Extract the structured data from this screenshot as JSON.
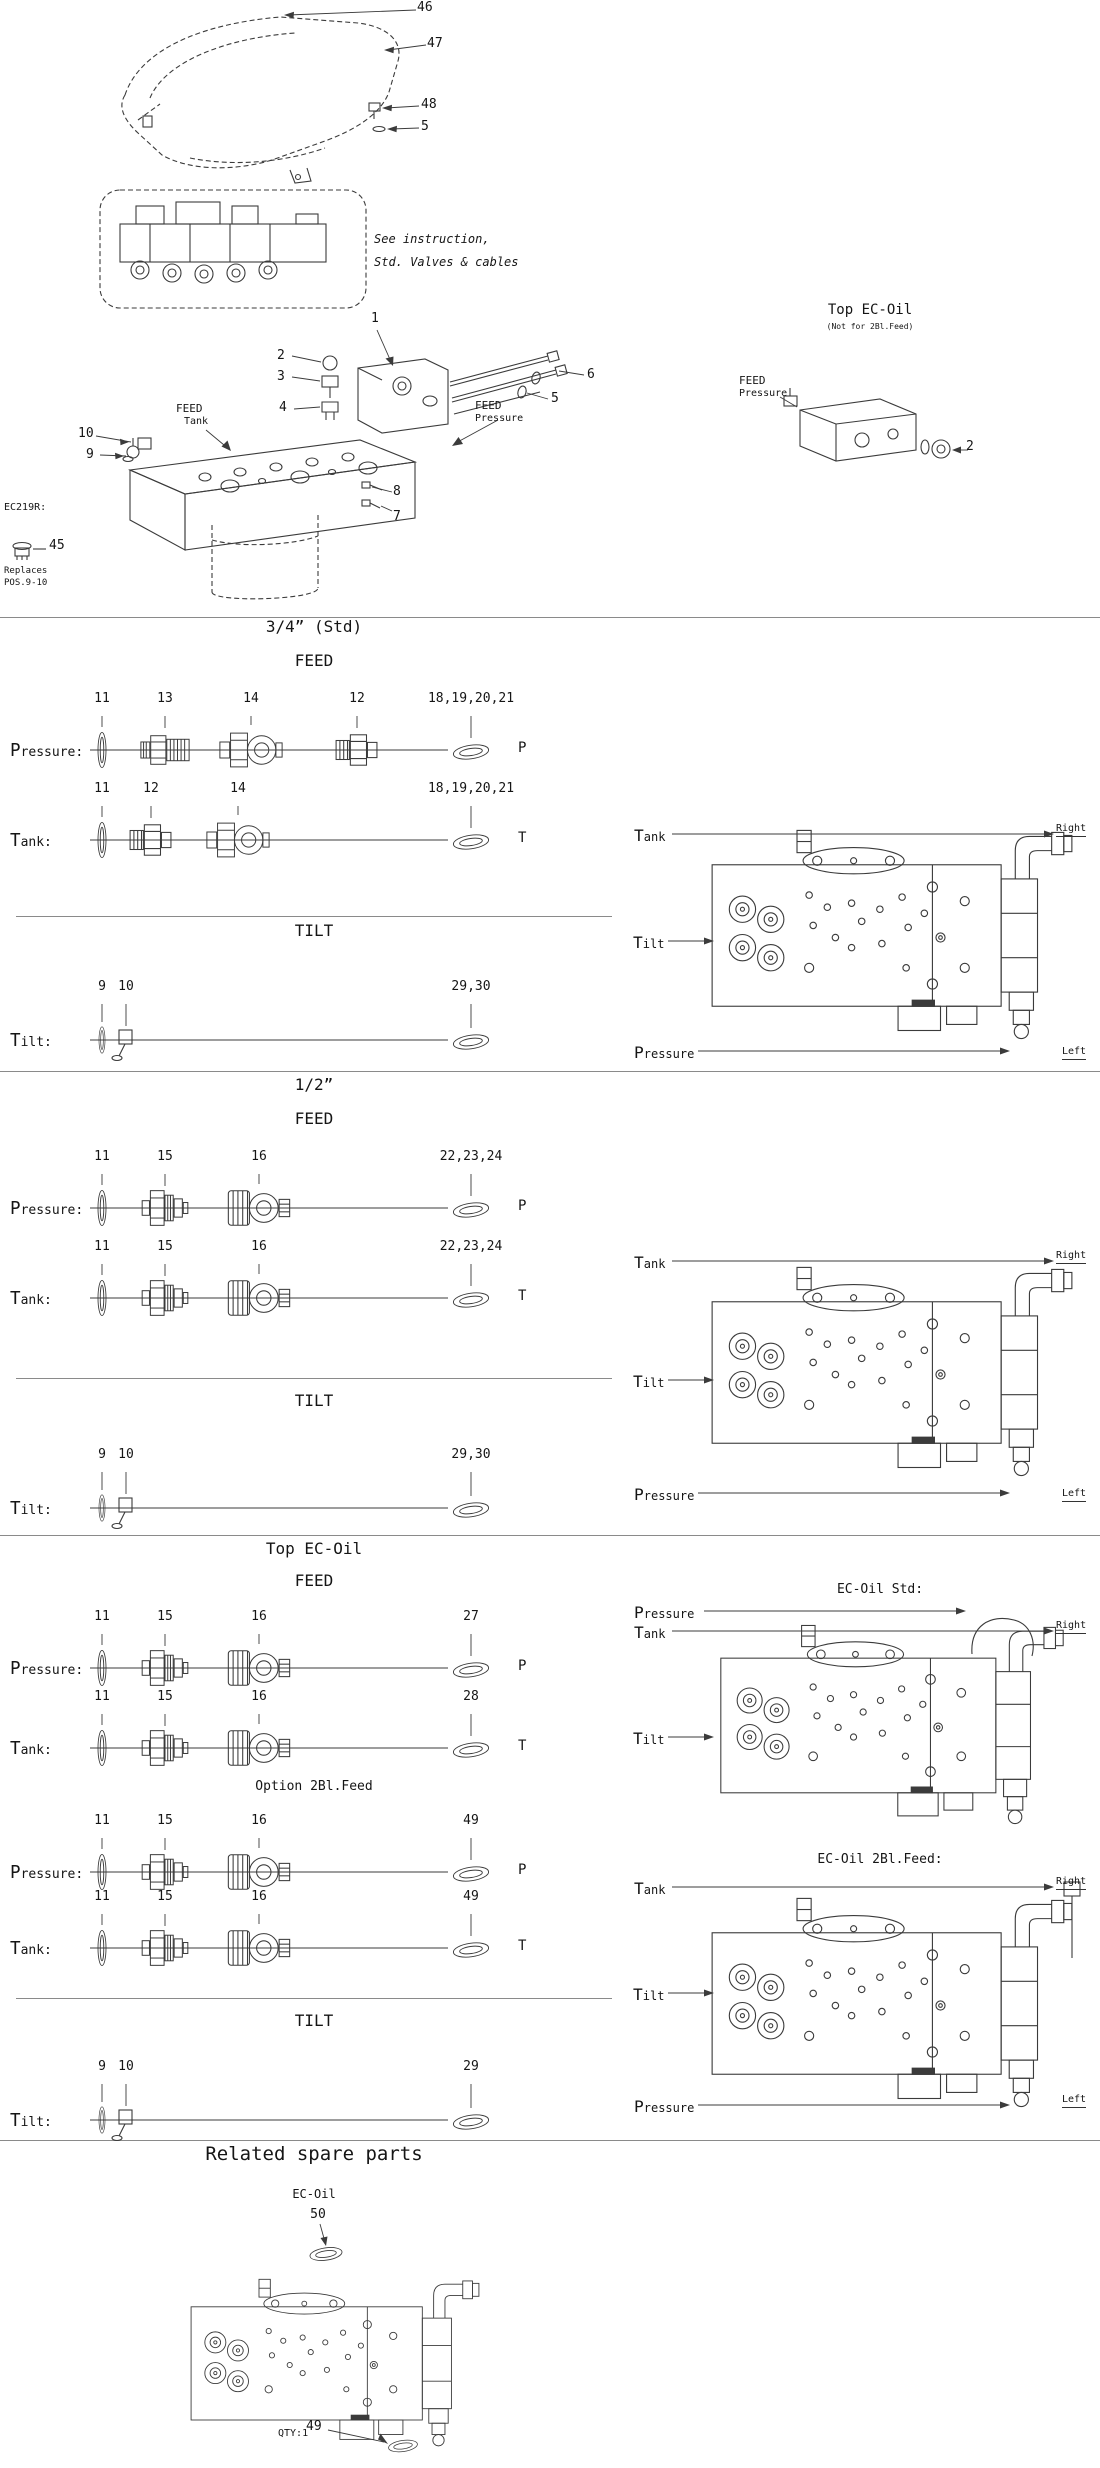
{
  "top": {
    "cover": {
      "c46": "46",
      "c47": "47",
      "c48": "48",
      "c5": "5"
    },
    "instruction": {
      "line1": "See instruction,",
      "line2": "Std. Valves & cables"
    },
    "assembly": {
      "c1": "1",
      "c2": "2",
      "c3": "3",
      "c4": "4",
      "c5": "5",
      "c6": "6",
      "c7": "7",
      "c8": "8",
      "c9": "9",
      "c10": "10",
      "feed_tank": {
        "feed": "FEED",
        "port": "Tank"
      },
      "feed_pressure": {
        "feed": "FEED",
        "port": "Pressure"
      }
    },
    "ec219r": {
      "code": "EC219R:",
      "item": "45",
      "note1": "Replaces",
      "note2": "POS.9-10"
    },
    "top_ecoil": {
      "title": "Top EC-Oil",
      "subtitle": "(Not for 2Bl.Feed)",
      "feed": "FEED",
      "port": "Pressure",
      "c2": "2"
    }
  },
  "sec34": {
    "title": "3/4” (Std)",
    "feed_heading": "FEED",
    "tilt_heading": "TILT",
    "pressure_row": {
      "label": "Pressure:",
      "c1": "11",
      "c2": "13",
      "c3": "14",
      "c4": "12",
      "end": "18,19,20,21",
      "port": "P"
    },
    "tank_row": {
      "label": "Tank:",
      "c1": "11",
      "c2": "12",
      "c3": "14",
      "end": "18,19,20,21",
      "port": "T"
    },
    "tilt_row": {
      "label": "Tilt:",
      "c1": "9",
      "c2": "10",
      "end": "29,30"
    },
    "block": {
      "tank": "Tank",
      "right": "Right",
      "tilt": "Tilt",
      "pressure": "Pressure",
      "left": "Left"
    }
  },
  "sec12": {
    "title": "1/2”",
    "feed_heading": "FEED",
    "tilt_heading": "TILT",
    "pressure_row": {
      "label": "Pressure:",
      "c1": "11",
      "c2": "15",
      "c3": "16",
      "end": "22,23,24",
      "port": "P"
    },
    "tank_row": {
      "label": "Tank:",
      "c1": "11",
      "c2": "15",
      "c3": "16",
      "end": "22,23,24",
      "port": "T"
    },
    "tilt_row": {
      "label": "Tilt:",
      "c1": "9",
      "c2": "10",
      "end": "29,30"
    },
    "block": {
      "tank": "Tank",
      "right": "Right",
      "tilt": "Tilt",
      "pressure": "Pressure",
      "left": "Left"
    }
  },
  "secec": {
    "title": "Top EC-Oil",
    "feed_heading": "FEED",
    "option_heading": "Option 2Bl.Feed",
    "tilt_heading": "TILT",
    "pressure_row": {
      "label": "Pressure:",
      "c1": "11",
      "c2": "15",
      "c3": "16",
      "end": "27",
      "port": "P"
    },
    "tank_row": {
      "label": "Tank:",
      "c1": "11",
      "c2": "15",
      "c3": "16",
      "end": "28",
      "port": "T"
    },
    "opt_pressure_row": {
      "label": "Pressure:",
      "c1": "11",
      "c2": "15",
      "c3": "16",
      "end": "49",
      "port": "P"
    },
    "opt_tank_row": {
      "label": "Tank:",
      "c1": "11",
      "c2": "15",
      "c3": "16",
      "end": "49",
      "port": "T"
    },
    "tilt_row": {
      "label": "Tilt:",
      "c1": "9",
      "c2": "10",
      "end": "29"
    },
    "std_block": {
      "title": "EC-Oil Std:",
      "pressure": "Pressure",
      "tank": "Tank",
      "right": "Right",
      "tilt": "Tilt"
    },
    "bl_block": {
      "title": "EC-Oil 2Bl.Feed:",
      "tank": "Tank",
      "right": "Right",
      "tilt": "Tilt",
      "pressure": "Pressure",
      "left": "Left"
    }
  },
  "spare": {
    "title": "Related spare parts",
    "subtitle": "EC-Oil",
    "c50": "50",
    "qty": "QTY:1",
    "c49": "49"
  }
}
